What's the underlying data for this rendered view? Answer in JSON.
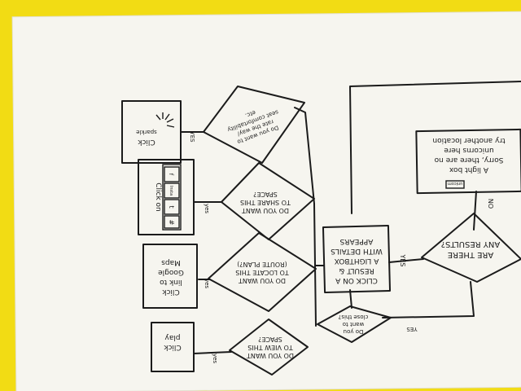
{
  "flowchart": {
    "start_decision": {
      "lines": [
        "ARE THERE",
        "ANY RESULTS?"
      ]
    },
    "no_label": "NO",
    "no_box": {
      "logo": "unicorn",
      "lines": [
        "A light box",
        "Sorry, there are no",
        "unicorns here",
        "try another location"
      ]
    },
    "yes_label": "YES",
    "lightbox_box": {
      "lines": [
        "CLICK ON A",
        "RESULT &",
        "A LIGHTBOX",
        "WITH DETAILS",
        "APPEARS"
      ]
    },
    "close_decision": {
      "lines": [
        "Do you",
        "want to",
        "close this?"
      ]
    },
    "close_yes": "YES",
    "view_decision": {
      "lines": [
        "DO YOU WANT",
        "TO VIEW THIS",
        "SPACE?"
      ]
    },
    "view_yes": "yes",
    "view_action": {
      "lines": [
        "Click",
        "play"
      ]
    },
    "locate_decision": {
      "lines": [
        "DO YOU WANT",
        "TO LOCATE THIS",
        "(ROUTE PLAN?)"
      ]
    },
    "locate_yes": "yes",
    "locate_action": {
      "lines": [
        "Click",
        "link to",
        "Google",
        "Maps"
      ]
    },
    "share_decision": {
      "lines": [
        "DO YOU WANT",
        "TO SHARE THIS",
        "SPACE?"
      ]
    },
    "share_yes": "yes",
    "share_action": {
      "title": "Click on",
      "icons": [
        "f",
        "Insta",
        "t",
        "#"
      ]
    },
    "rate_decision": {
      "lines": [
        "Do you want to",
        "rate the way/",
        "seat comfortability",
        "etc."
      ]
    },
    "rate_yes": "YES",
    "rate_action": {
      "lines": [
        "Click",
        "sparkle"
      ]
    }
  }
}
